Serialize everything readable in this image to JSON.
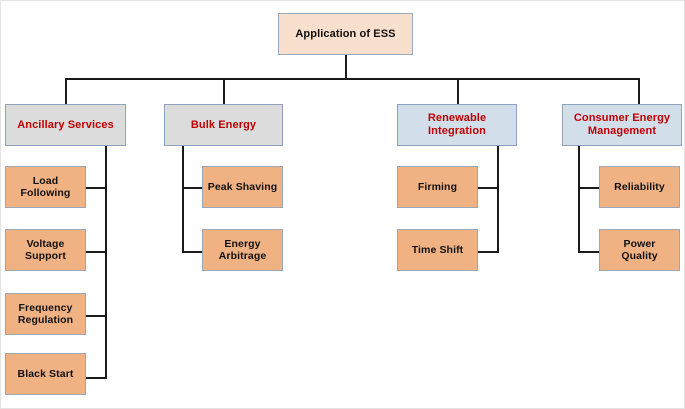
{
  "diagram": {
    "title": "Application of ESS",
    "type": "hierarchy-tree",
    "colors": {
      "root_fill": "#F8DFCE",
      "category_gray_fill": "#DCDCDC",
      "category_blue_fill": "#D3DEEB",
      "leaf_fill": "#F0B183",
      "category_text": "#C00000",
      "node_text": "#111111",
      "border": "#9AA6BA",
      "connector": "#1a1a1a",
      "background": "#FFFFFF"
    },
    "root": {
      "label": "Application of ESS"
    },
    "categories": [
      {
        "id": "ancillary-services",
        "label": "Ancillary Services",
        "style": "gray",
        "children": [
          {
            "id": "load-following",
            "label": "Load\nFollowing"
          },
          {
            "id": "voltage-support",
            "label": "Voltage\nSupport"
          },
          {
            "id": "frequency-regulation",
            "label": "Frequency\nRegulation"
          },
          {
            "id": "black-start",
            "label": "Black Start"
          }
        ]
      },
      {
        "id": "bulk-energy",
        "label": "Bulk Energy",
        "style": "gray",
        "children": [
          {
            "id": "peak-shaving",
            "label": "Peak Shaving"
          },
          {
            "id": "energy-arbitrage",
            "label": "Energy\nArbitrage"
          }
        ]
      },
      {
        "id": "renewable-integration",
        "label": "Renewable\nIntegration",
        "style": "blue",
        "children": [
          {
            "id": "firming",
            "label": "Firming"
          },
          {
            "id": "time-shift",
            "label": "Time Shift"
          }
        ]
      },
      {
        "id": "consumer-energy-management",
        "label": "Consumer Energy\nManagement",
        "style": "blue",
        "children": [
          {
            "id": "reliability",
            "label": "Reliability"
          },
          {
            "id": "power-quality",
            "label": "Power\nQuality"
          }
        ]
      }
    ]
  }
}
